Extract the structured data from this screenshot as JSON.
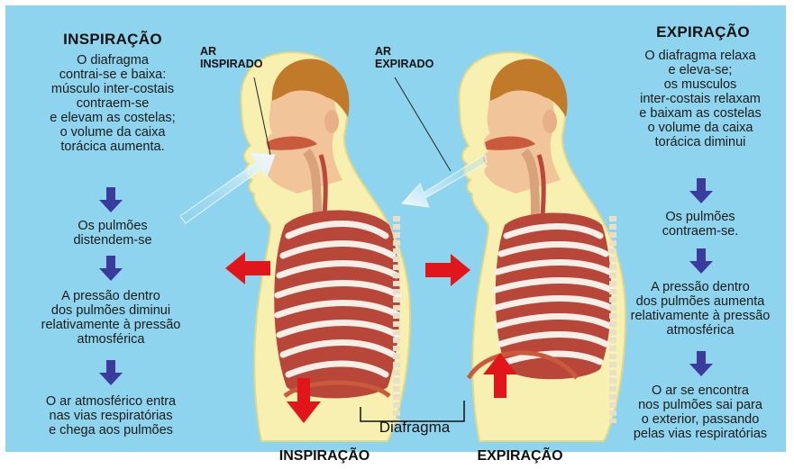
{
  "inspiration": {
    "title": "INSPIRAÇÃO",
    "steps": [
      "O diafragma\ncontrai-se e baixa:\nmúsculo inter-costais\ncontraem-se\ne elevam as costelas;\no volume da caixa\ntorácica aumenta.",
      "Os pulmões\ndistendem-se",
      "A pressão dentro\ndos pulmões diminui\nrelativamente à pressão\natmosférica",
      "O ar atmosférico entra\nnas vias respiratórias\ne chega aos pulmões"
    ]
  },
  "expiration": {
    "title": "EXPIRAÇÃO",
    "steps": [
      "O diafragma relaxa\ne eleva-se;\nos musculos\ninter-costais relaxam\ne baixam as costelas\no volume da caixa\ntorácica diminui",
      "Os pulmões\ncontraem-se.",
      "A pressão dentro\ndos pulmões aumenta\nrelativamente à pressão\natmosférica",
      "O ar se encontra\nnos pulmões sai para\no exterior, passando\npelas vias respiratórias"
    ]
  },
  "labels": {
    "air_in": "AR\nINSPIRADO",
    "air_out": "AR\nEXPIRADO",
    "diaphragm": "Diafragma",
    "bottom_left": "INSPIRAÇÃO",
    "bottom_right": "EXPIRAÇÃO"
  },
  "colors": {
    "background": "#8fd4ee",
    "flow_arrow": "#3b3b9e",
    "movement_arrow": "#e0161b",
    "body_outline": "#f7f0b0",
    "skin": "#f2c49a",
    "hair": "#c07a2a",
    "ribs": "#f5efe8",
    "lung": "#c4573b",
    "air_arrow": "#dff1fb"
  }
}
